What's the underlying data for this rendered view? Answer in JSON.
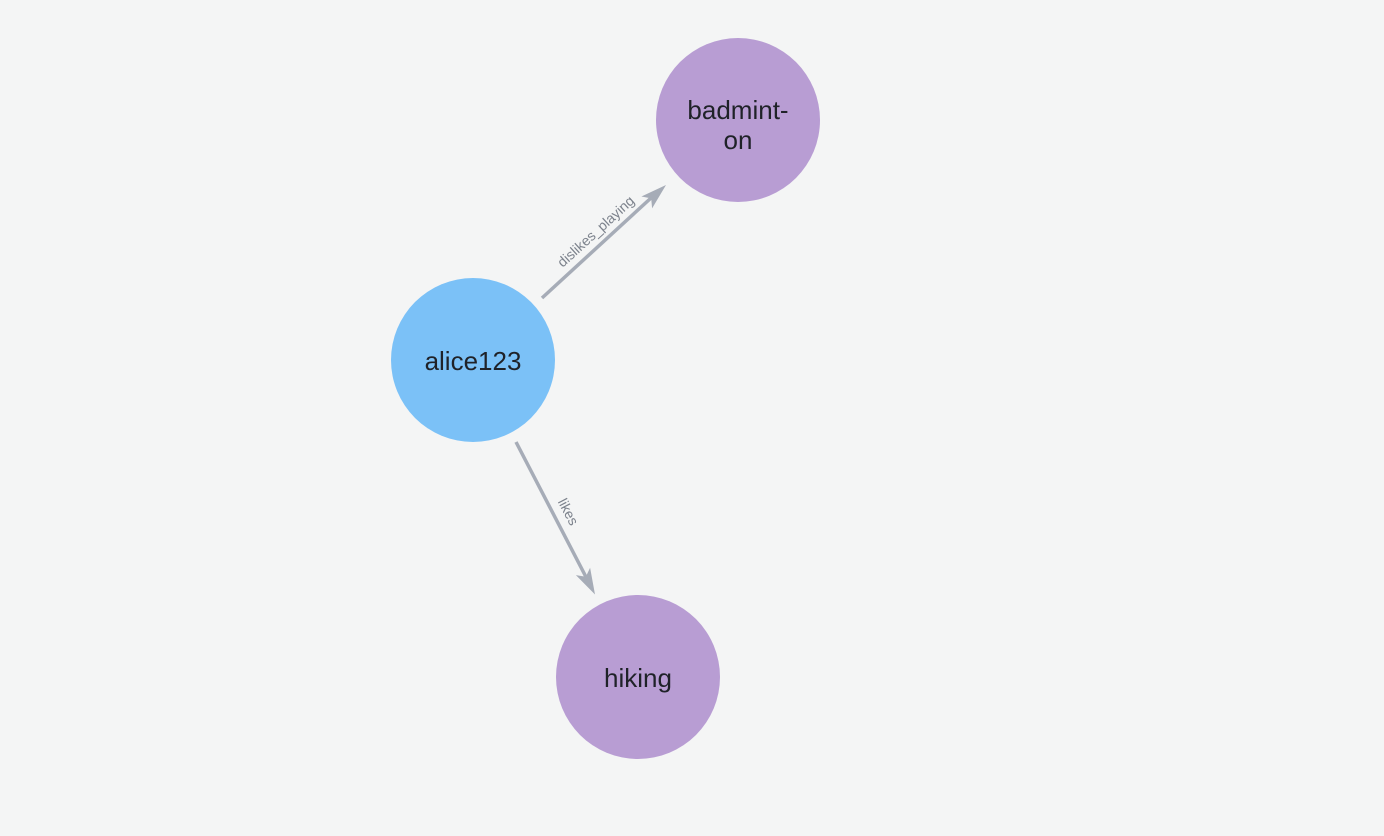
{
  "page": {
    "background_color": "#f4f5f5",
    "kind": "network-graph-visualization"
  },
  "graph": {
    "nodes": [
      {
        "id": "alice123",
        "label": "alice123",
        "display_lines": [
          "alice123"
        ],
        "color": "#7bc1f7",
        "text_color": "#1f2228"
      },
      {
        "id": "badminton",
        "label": "badminton",
        "display_lines": [
          "badmint-",
          "on"
        ],
        "color": "#b89dd3",
        "text_color": "#1f2228"
      },
      {
        "id": "hiking",
        "label": "hiking",
        "display_lines": [
          "hiking"
        ],
        "color": "#b89dd3",
        "text_color": "#1f2228"
      }
    ],
    "edges": [
      {
        "from": "alice123",
        "to": "badminton",
        "label": "dislikes_playing",
        "color": "#a6acb7",
        "label_color": "#7c828c"
      },
      {
        "from": "alice123",
        "to": "hiking",
        "label": "likes",
        "color": "#a6acb7",
        "label_color": "#7c828c"
      }
    ]
  }
}
